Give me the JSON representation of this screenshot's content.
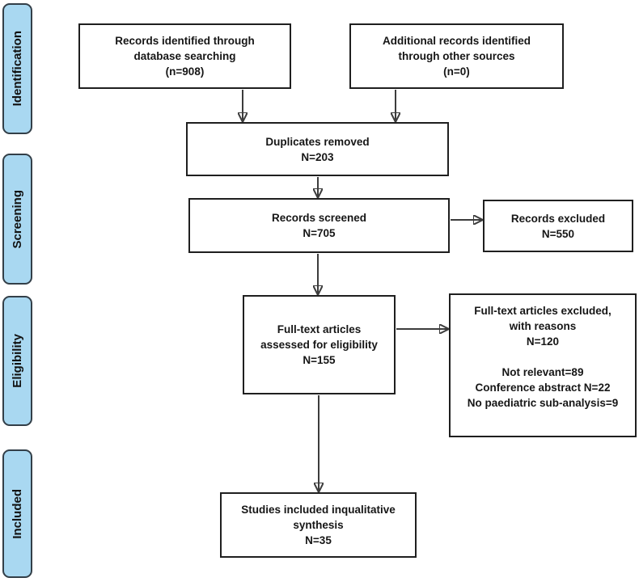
{
  "sidebar": {
    "fill_color": "#a9d8f1",
    "border_color": "#333f48",
    "labels": [
      {
        "text": "Identification"
      },
      {
        "text": "Screening"
      },
      {
        "text": "Eligibility"
      },
      {
        "text": "Included"
      }
    ]
  },
  "boxes": {
    "identified": {
      "lines": [
        "Records identified through",
        "database searching",
        "(n=908)"
      ]
    },
    "additional": {
      "lines": [
        "Additional records identified",
        "through other sources",
        "(n=0)"
      ]
    },
    "duplicates": {
      "lines": [
        "Duplicates removed",
        "N=203"
      ]
    },
    "screened": {
      "lines": [
        "Records screened",
        "N=705"
      ]
    },
    "excluded": {
      "lines": [
        "Records excluded",
        "N=550"
      ]
    },
    "fulltext": {
      "lines": [
        "Full-text articles",
        "assessed for eligibility",
        "N=155"
      ]
    },
    "fulltext_excluded": {
      "lines": [
        "Full-text articles excluded,",
        "with reasons",
        "N=120",
        "",
        "Not relevant=89",
        "Conference abstract N=22",
        "No paediatric sub-analysis=9"
      ]
    },
    "included_studies": {
      "lines": [
        "Studies included inqualitative",
        "synthesis",
        "N=35"
      ]
    }
  }
}
